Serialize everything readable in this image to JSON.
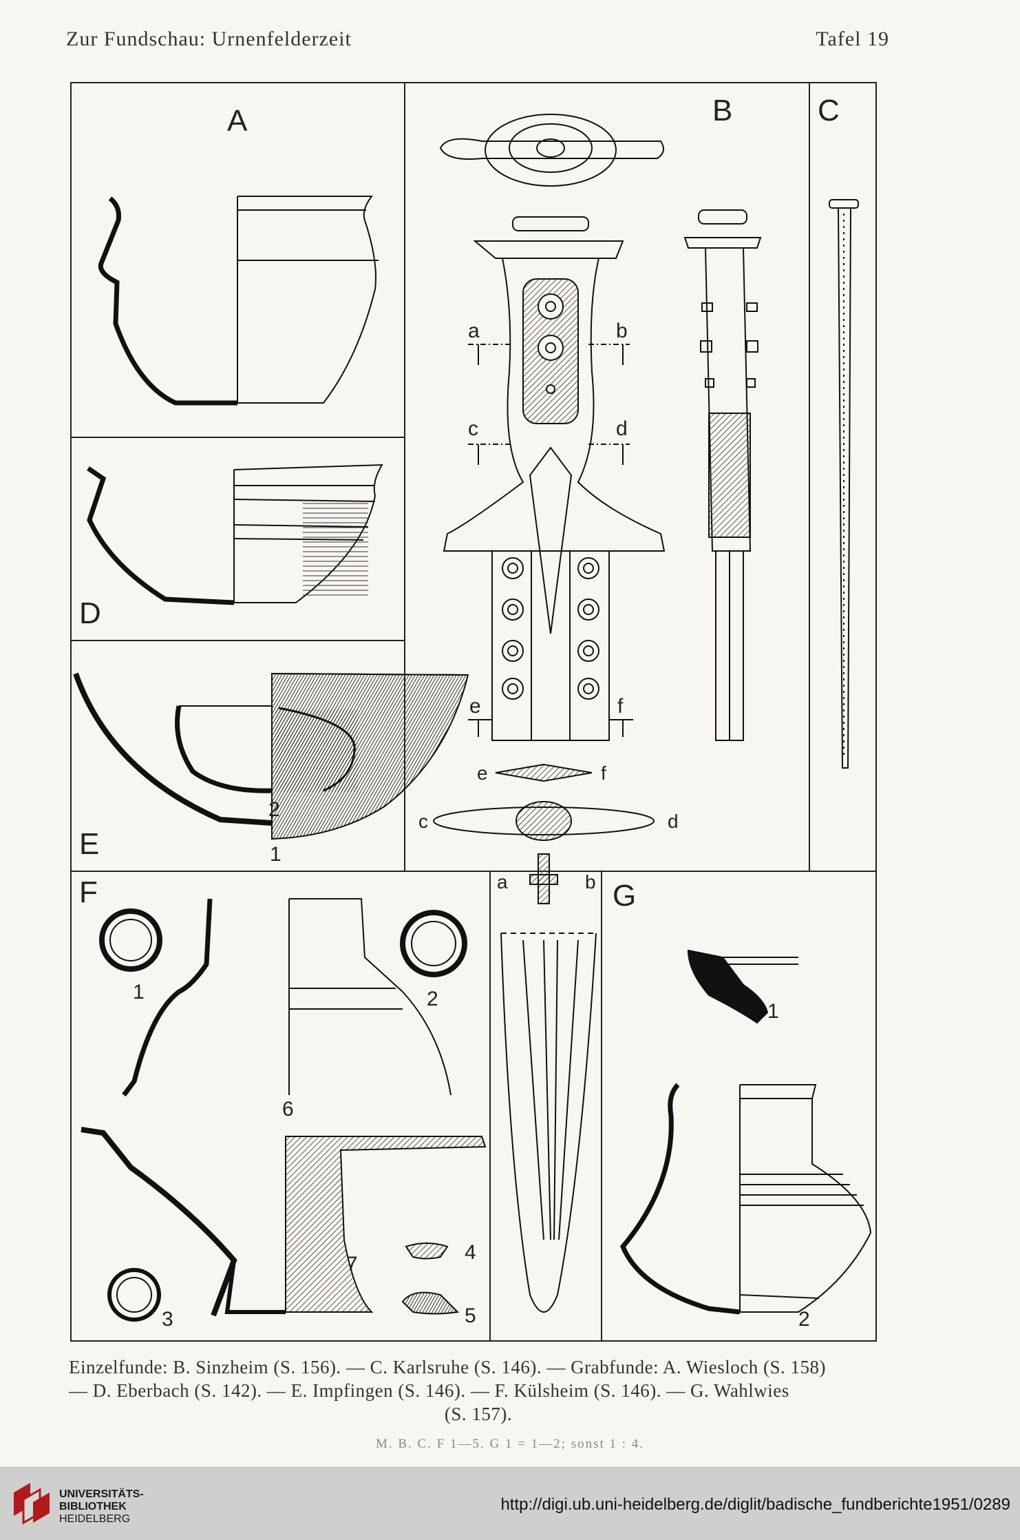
{
  "header": {
    "left": "Zur Fundschau: Urnenfelderzeit",
    "right": "Tafel 19"
  },
  "panels": {
    "a": "A",
    "b": "B",
    "c": "C",
    "d": "D",
    "e": "E",
    "f": "F",
    "g": "G"
  },
  "figure_labels": {
    "sec_a": "a",
    "sec_b": "b",
    "sec_c": "c",
    "sec_d": "d",
    "sec_e": "e",
    "sec_f": "f",
    "cs_e": "e",
    "cs_f": "f",
    "cs_c": "c",
    "cs_d": "d",
    "cs_a": "a",
    "cs_b": "b",
    "e2": "2",
    "e1": "1",
    "f1": "1",
    "f2": "2",
    "f6": "6",
    "f7": "7",
    "f4": "4",
    "f3": "3",
    "f5": "5",
    "g1": "1",
    "g2": "2"
  },
  "caption": {
    "line1": "Einzelfunde: B. Sinzheim (S. 156). — C. Karlsruhe (S. 146). — Grabfunde: A. Wiesloch (S. 158)",
    "line2": "— D. Eberbach (S. 142). — E. Impfingen (S. 146). — F. Külsheim (S. 146). — G. Wahlwies",
    "line3": "(S. 157).",
    "scale": "M. B. C. F 1—5. G 1 = 1—2; sonst 1 : 4."
  },
  "footer": {
    "logo_line1": "UNIVERSITÄTS-",
    "logo_line2": "BIBLIOTHEK",
    "logo_line3": "HEIDELBERG",
    "url": "http://digi.ub.uni-heidelberg.de/diglit/badische_fundberichte1951/0289"
  }
}
